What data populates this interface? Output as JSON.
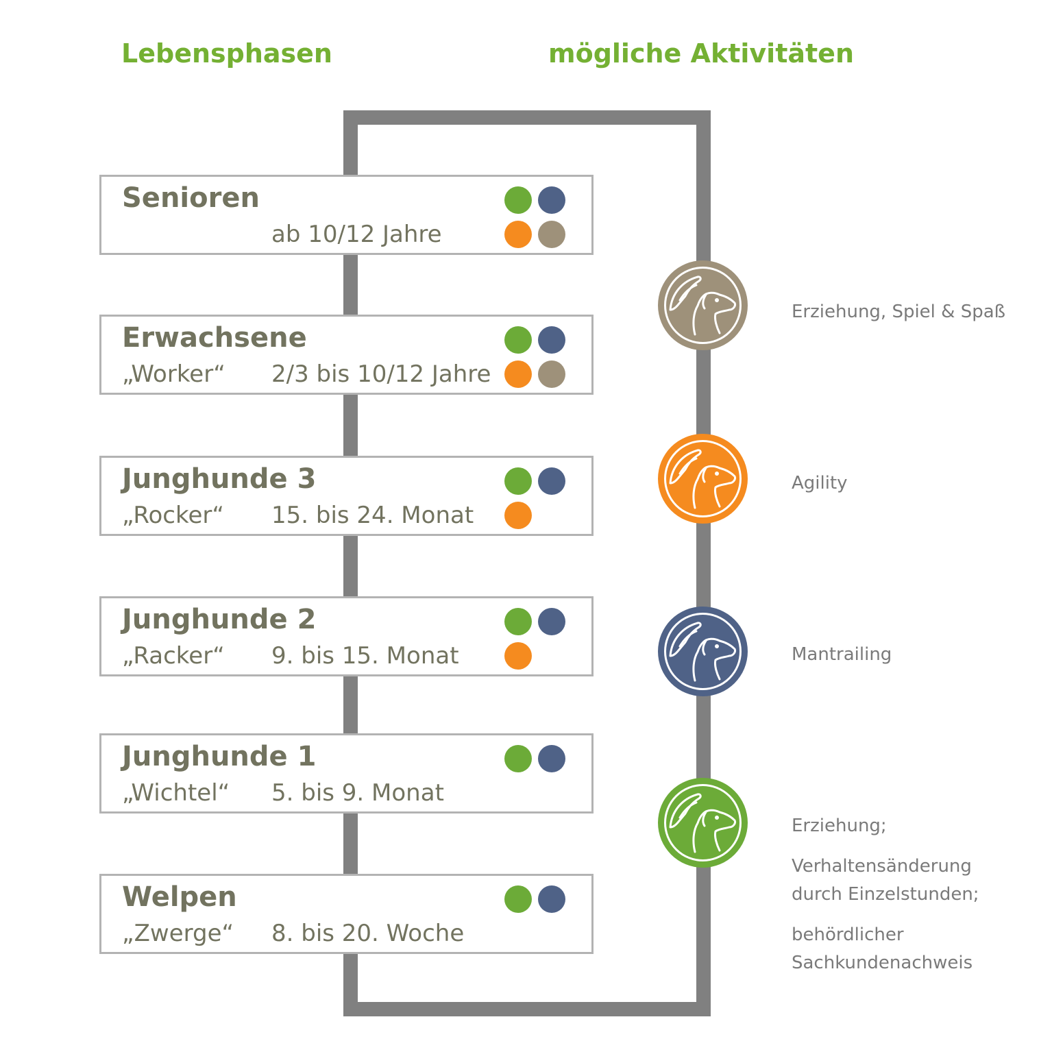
{
  "headings": {
    "phases": "Lebensphasen",
    "activities": "mögliche Aktivitäten"
  },
  "colors": {
    "green": "#6cab38",
    "blue": "#4f6287",
    "orange": "#f58b1f",
    "taupe": "#9e917a",
    "heading_green": "#74b033",
    "phase_text": "#72735f",
    "frame_gray": "#808080",
    "box_border": "#b3b3b3",
    "activity_text": "#7a7a7a"
  },
  "phases": [
    {
      "name": "Senioren",
      "nickname": "",
      "age": "ab 10/12 Jahre",
      "activities": [
        "green",
        "blue",
        "orange",
        "taupe"
      ]
    },
    {
      "name": "Erwachsene",
      "nickname": "„Worker“",
      "age": "2/3 bis 10/12 Jahre",
      "activities": [
        "green",
        "blue",
        "orange",
        "taupe"
      ]
    },
    {
      "name": "Junghunde 3",
      "nickname": "„Rocker“",
      "age": "15. bis 24. Monat",
      "activities": [
        "green",
        "blue",
        "orange"
      ]
    },
    {
      "name": "Junghunde 2",
      "nickname": "„Racker“",
      "age": "9. bis 15. Monat",
      "activities": [
        "green",
        "blue",
        "orange"
      ]
    },
    {
      "name": "Junghunde 1",
      "nickname": "„Wichtel“",
      "age": "5. bis 9. Monat",
      "activities": [
        "green",
        "blue"
      ]
    },
    {
      "name": "Welpen",
      "nickname": "„Zwerge“",
      "age": "8. bis 20. Woche",
      "activities": [
        "green",
        "blue"
      ]
    }
  ],
  "activities": [
    {
      "key": "taupe",
      "icon": "dog-hand-icon",
      "lines": [
        "Erziehung, Spiel & Spaß"
      ]
    },
    {
      "key": "orange",
      "icon": "dog-hand-icon",
      "lines": [
        "Agility"
      ]
    },
    {
      "key": "blue",
      "icon": "dog-hand-icon",
      "lines": [
        "Mantrailing"
      ]
    },
    {
      "key": "green",
      "icon": "dog-hand-icon",
      "lines": [
        "Erziehung;",
        "Verhaltensänderung",
        "durch Einzelstunden;",
        "behördlicher",
        "Sachkundenachweis"
      ]
    }
  ]
}
